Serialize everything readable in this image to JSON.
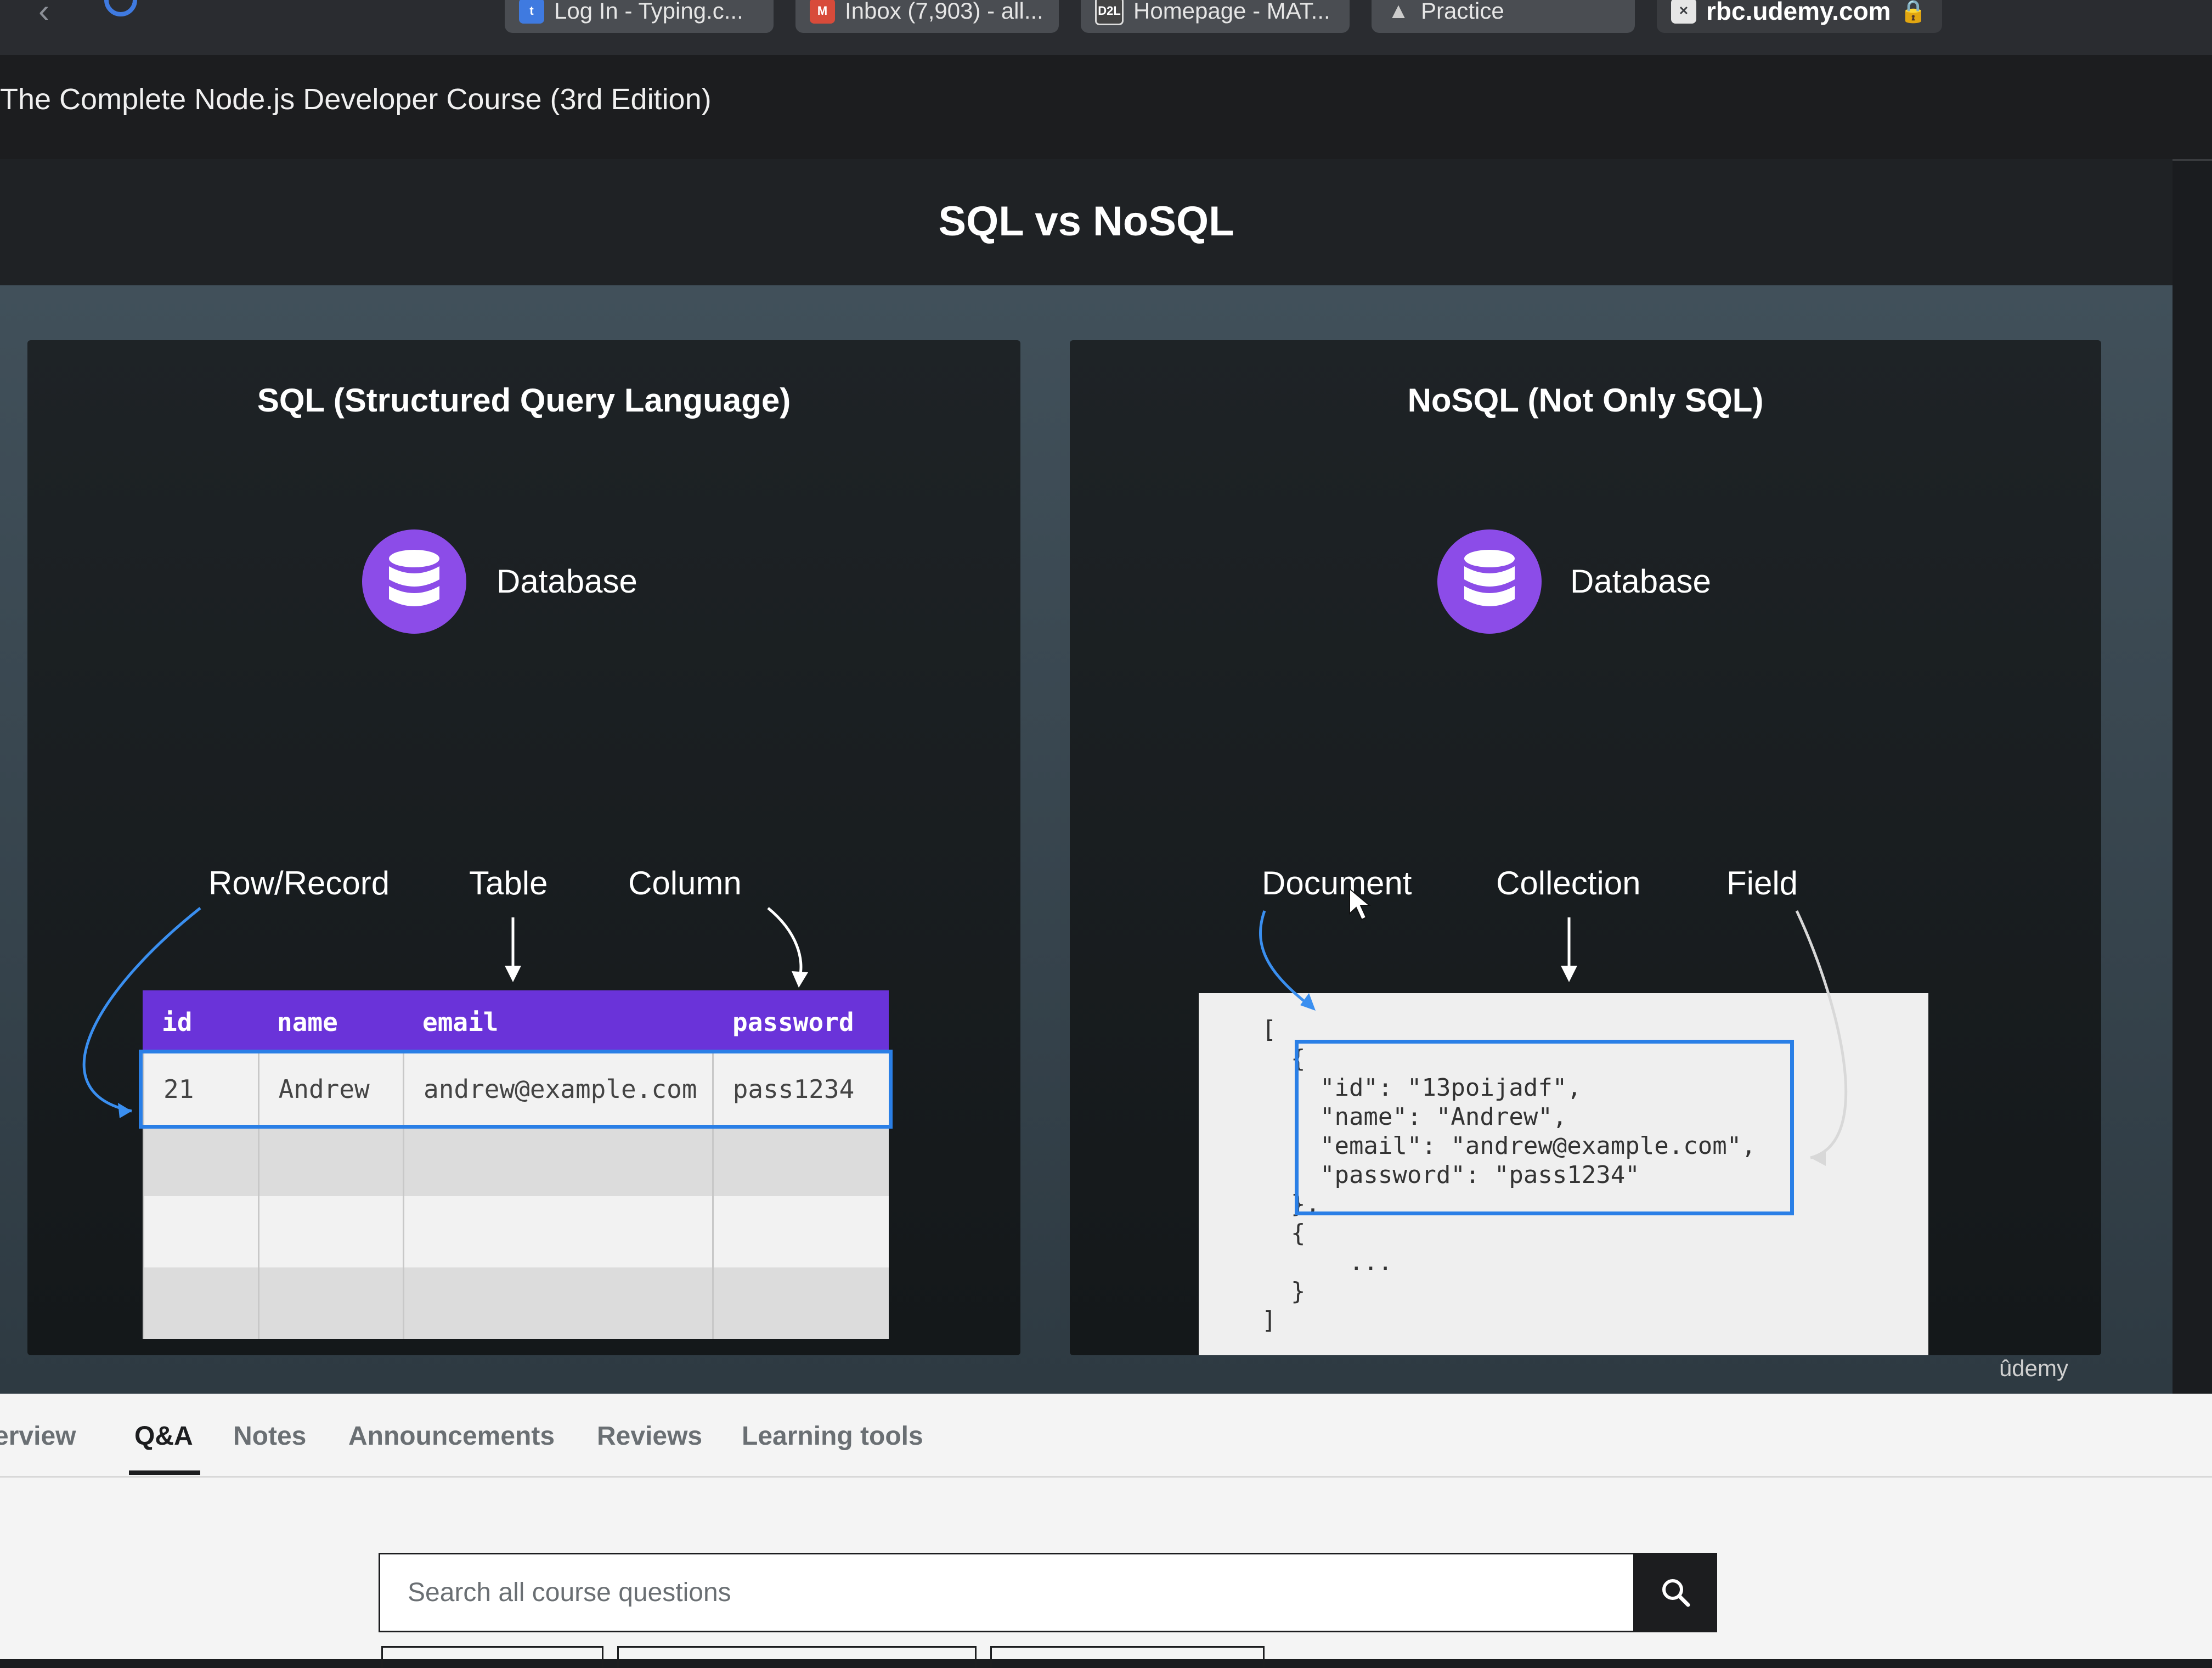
{
  "browser": {
    "tabs": [
      {
        "label": "Log In - Typing.c...",
        "favicon_color": "#3f7ae0"
      },
      {
        "label": "Inbox (7,903) - all...",
        "favicon_color": "#d84b3a"
      },
      {
        "label": "Homepage - MAT...",
        "favicon_label": "D2L",
        "favicon_color": "#444"
      },
      {
        "label": "Practice",
        "favicon_color": "#4a4d52"
      },
      {
        "label": "rbc.udemy.com",
        "favicon_color": "#e6e6e6"
      }
    ]
  },
  "course": {
    "title": "The Complete Node.js Developer Course (3rd Edition)"
  },
  "slide": {
    "title": "SQL vs NoSQL",
    "watermark": "ûdemy",
    "sql": {
      "heading": "SQL (Structured Query Language)",
      "db_label": "Database",
      "terms": {
        "row": "Row/Record",
        "table": "Table",
        "column": "Column"
      },
      "columns": [
        "id",
        "name",
        "email",
        "password"
      ],
      "row": [
        "21",
        "Andrew",
        "andrew@example.com",
        "pass1234"
      ]
    },
    "nosql": {
      "heading": "NoSQL (Not Only SQL)",
      "db_label": "Database",
      "terms": {
        "document": "Document",
        "collection": "Collection",
        "field": "Field"
      },
      "code": "[\n  {\n    \"id\": \"13poijadf\",\n    \"name\": \"Andrew\",\n    \"email\": \"andrew@example.com\",\n    \"password\": \"pass1234\"\n  },\n  {\n      ...\n  }\n]"
    }
  },
  "lower_tabs": {
    "overview": "Overview",
    "qa": "Q&A",
    "notes": "Notes",
    "announcements": "Announcements",
    "reviews": "Reviews",
    "learning_tools": "Learning tools"
  },
  "search": {
    "placeholder": "Search all course questions"
  },
  "colors": {
    "accent_purple": "#6a33d9",
    "highlight_blue": "#2a7fe6",
    "icon_purple": "#8c4ce8"
  }
}
